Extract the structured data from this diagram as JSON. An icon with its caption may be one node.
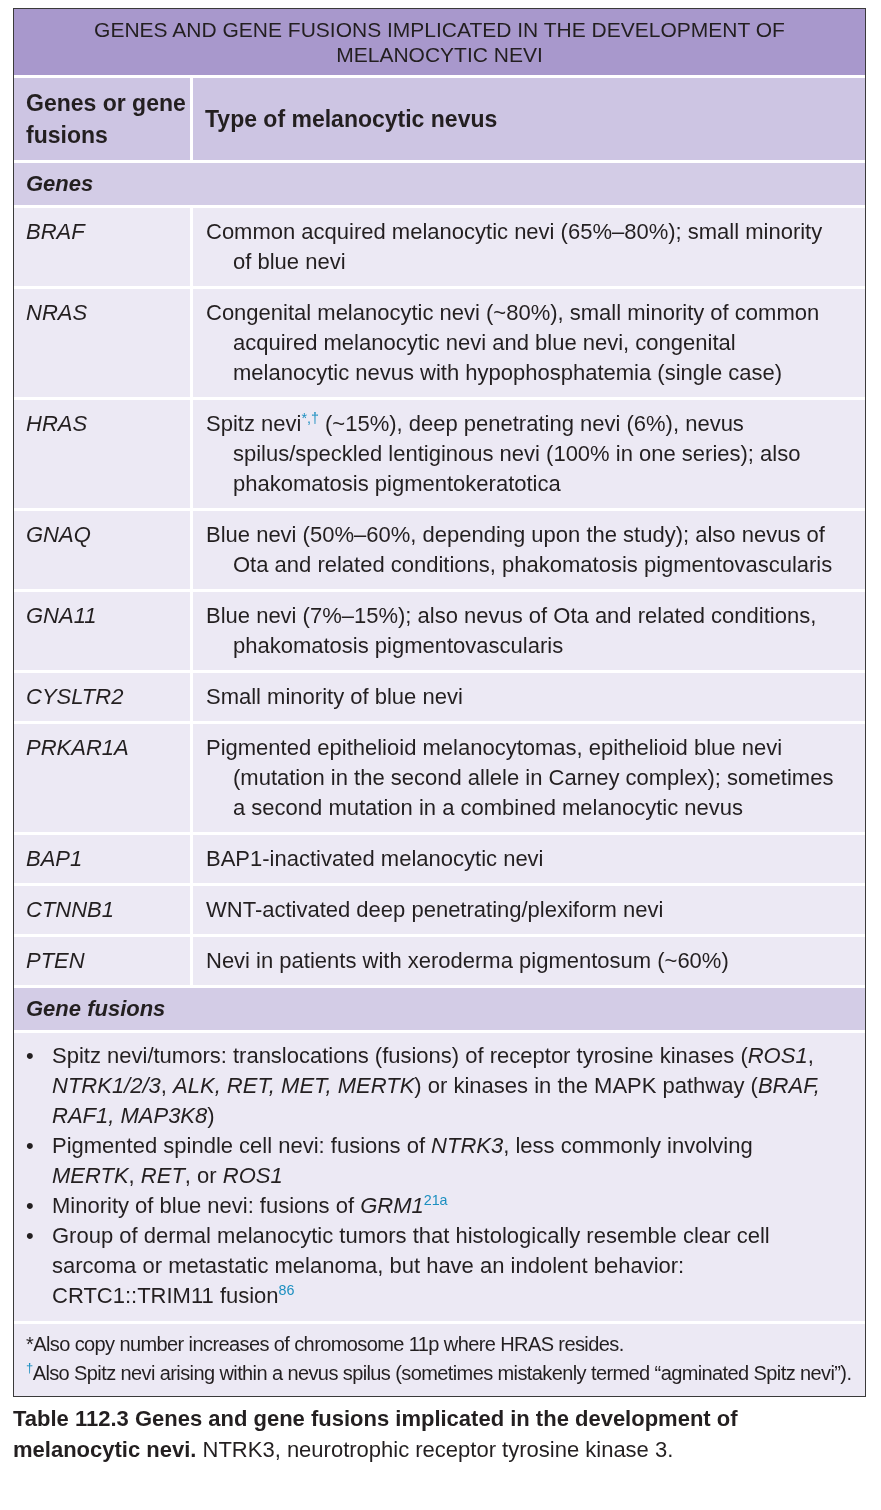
{
  "diagram": {
    "title": "GENES AND GENE FUSIONS IMPLICATED IN THE DEVELOPMENT OF MELANOCYTIC NEVI",
    "caption": "**Table 112.3 Genes and gene fusions implicated in the development of melanocytic nevi.** NTRK3, neurotrophic receptor tyrosine kinase 3.",
    "labels": [
      "Genes or gene fusions",
      "Type of melanocytic nevus",
      "Genes",
      "BRAF",
      "Common acquired melanocytic nevi (65%–80%); small minority of blue nevi",
      "NRAS",
      "Congenital melanocytic nevi (~80%), small minority of common acquired melanocytic nevi and blue nevi, congenital melanocytic nevus with hypophosphatemia (single case)",
      "HRAS",
      "Spitz nevi$^{*,†}$ (~15%), deep penetrating nevi (6%), nevus spilus/speckled lentiginous nevi (100% in one series); also phakomatosis pigmentokeratotica",
      "GNAQ",
      "Blue nevi (50%–60%, depending upon the study); also nevus of Ota and related conditions, phakomatosis pigmentovascularis",
      "GNA11",
      "Blue nevi (7%–15%); also nevus of Ota and related conditions, phakomatosis pigmentovascularis",
      "CYSLTR2",
      "Small minority of blue nevi",
      "PRKAR1A",
      "Pigmented epithelioid melanocytomas, epithelioid blue nevi (mutation in the second allele in Carney complex); sometimes a second mutation in a combined melanocytic nevus",
      "BAP1",
      "BAP1-inactivated melanocytic nevi",
      "CTNNB1",
      "WNT-activated deep penetrating/plexiform nevi",
      "PTEN",
      "Nevi in patients with xeroderma pigmentosum (~60%)",
      "Gene fusions",
      "•",
      "Spitz nevi/tumors: translocations (fusions) of receptor tyrosine kinases (*ROS1*, *NTRK1/2/3*, *ALK, RET, MET, MERTK*) or kinases in the MAPK pathway (*BRAF, RAF1, MAP3K8*)",
      "•",
      "Pigmented spindle cell nevi: fusions of *NTRK3*, less commonly involving *MERTK*, *RET*, or *ROS1*",
      "•",
      "Minority of blue nevi: fusions of *GRM1*$^{21a}$",
      "•",
      "Group of dermal melanocytic tumors that histologically resemble clear cell sarcoma or metastatic melanoma, but have an indolent behavior: CRTC1::TRIM11 fusion$^{86}$",
      "*Also copy number increases of chromosome 11p where HRAS resides.",
      "$^{†}$Also Spitz nevi arising within a nevus spilus (sometimes mistakenly termed “agminated Spitz nevi”)."
    ]
  }
}
